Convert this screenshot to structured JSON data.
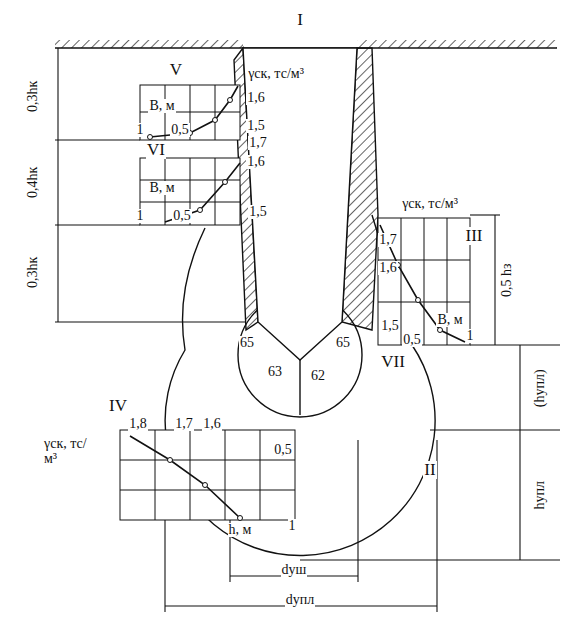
{
  "diagram": {
    "labels": [
      "I",
      "γск, тс/м³",
      "V",
      "1,6",
      "В, м",
      "1",
      "0,5",
      "1,5",
      "1,7",
      "VI",
      "1,6",
      "В, м",
      "1",
      "0,5",
      "1,5",
      "γск, тс/м³",
      "III",
      "1,7",
      "1,6",
      "1,5",
      "0,5",
      "1",
      "В, м",
      "VII",
      "II",
      "IV",
      "γск, тс/м³",
      "1,8",
      "1,7",
      "1,6",
      "0,5",
      "1",
      "h, м",
      "0,3hк",
      "0,4hк",
      "0,3hк",
      "0,5 hз",
      "(hупл)",
      "hупл",
      "dуш",
      "dупл",
      "65",
      "63",
      "62",
      "65"
    ]
  }
}
